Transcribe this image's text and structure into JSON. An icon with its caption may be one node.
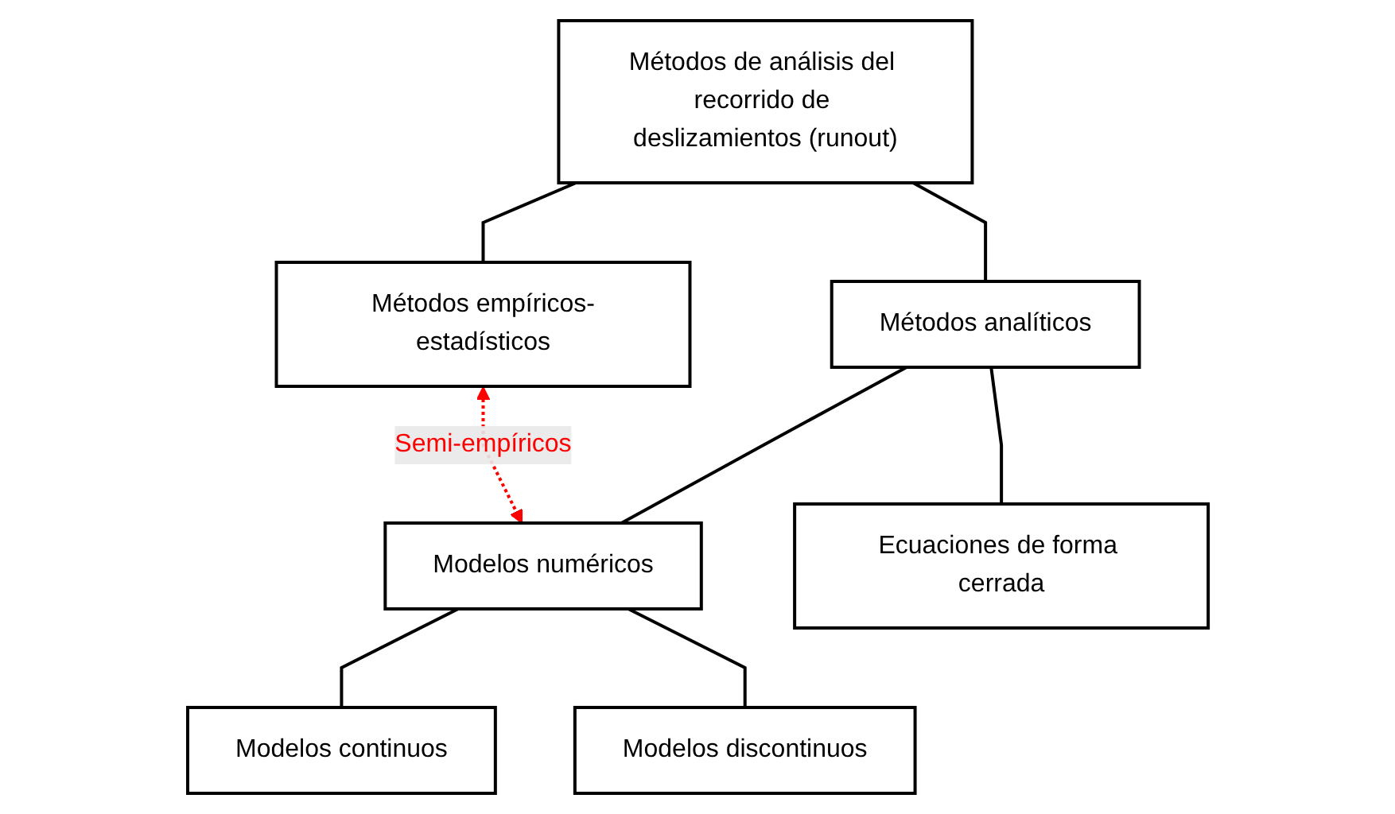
{
  "diagram": {
    "nodes": [
      {
        "text": [
          "Métodos de análisis del recorrido de deslizamientos (runout)"
        ]
      },
      {
        "text": [
          "Métodos empíricos-estadísticos"
        ]
      },
      {
        "text": [
          "Métodos analíticos"
        ]
      },
      {
        "text": [
          "Modelos numéricos"
        ]
      },
      {
        "text": [
          "Ecuaciones de forma cerrada"
        ]
      },
      {
        "text": [
          "Modelos continuos"
        ]
      },
      {
        "text": [
          "Modelos discontinuos"
        ]
      }
    ],
    "edges": [
      {
        "from": 0,
        "to": 1,
        "arrow": "none"
      },
      {
        "from": 0,
        "to": 2,
        "arrow": "none"
      },
      {
        "from": 2,
        "to": 3,
        "arrow": "none"
      },
      {
        "from": 2,
        "to": 4,
        "arrow": "none"
      },
      {
        "from": 3,
        "to": 5,
        "arrow": "none"
      },
      {
        "from": 3,
        "to": 6,
        "arrow": "none"
      },
      {
        "from": 1,
        "to": 3,
        "arrow": "both",
        "label": "Semi-empíricos",
        "style": "dashed",
        "color": "#ff0000"
      }
    ]
  }
}
